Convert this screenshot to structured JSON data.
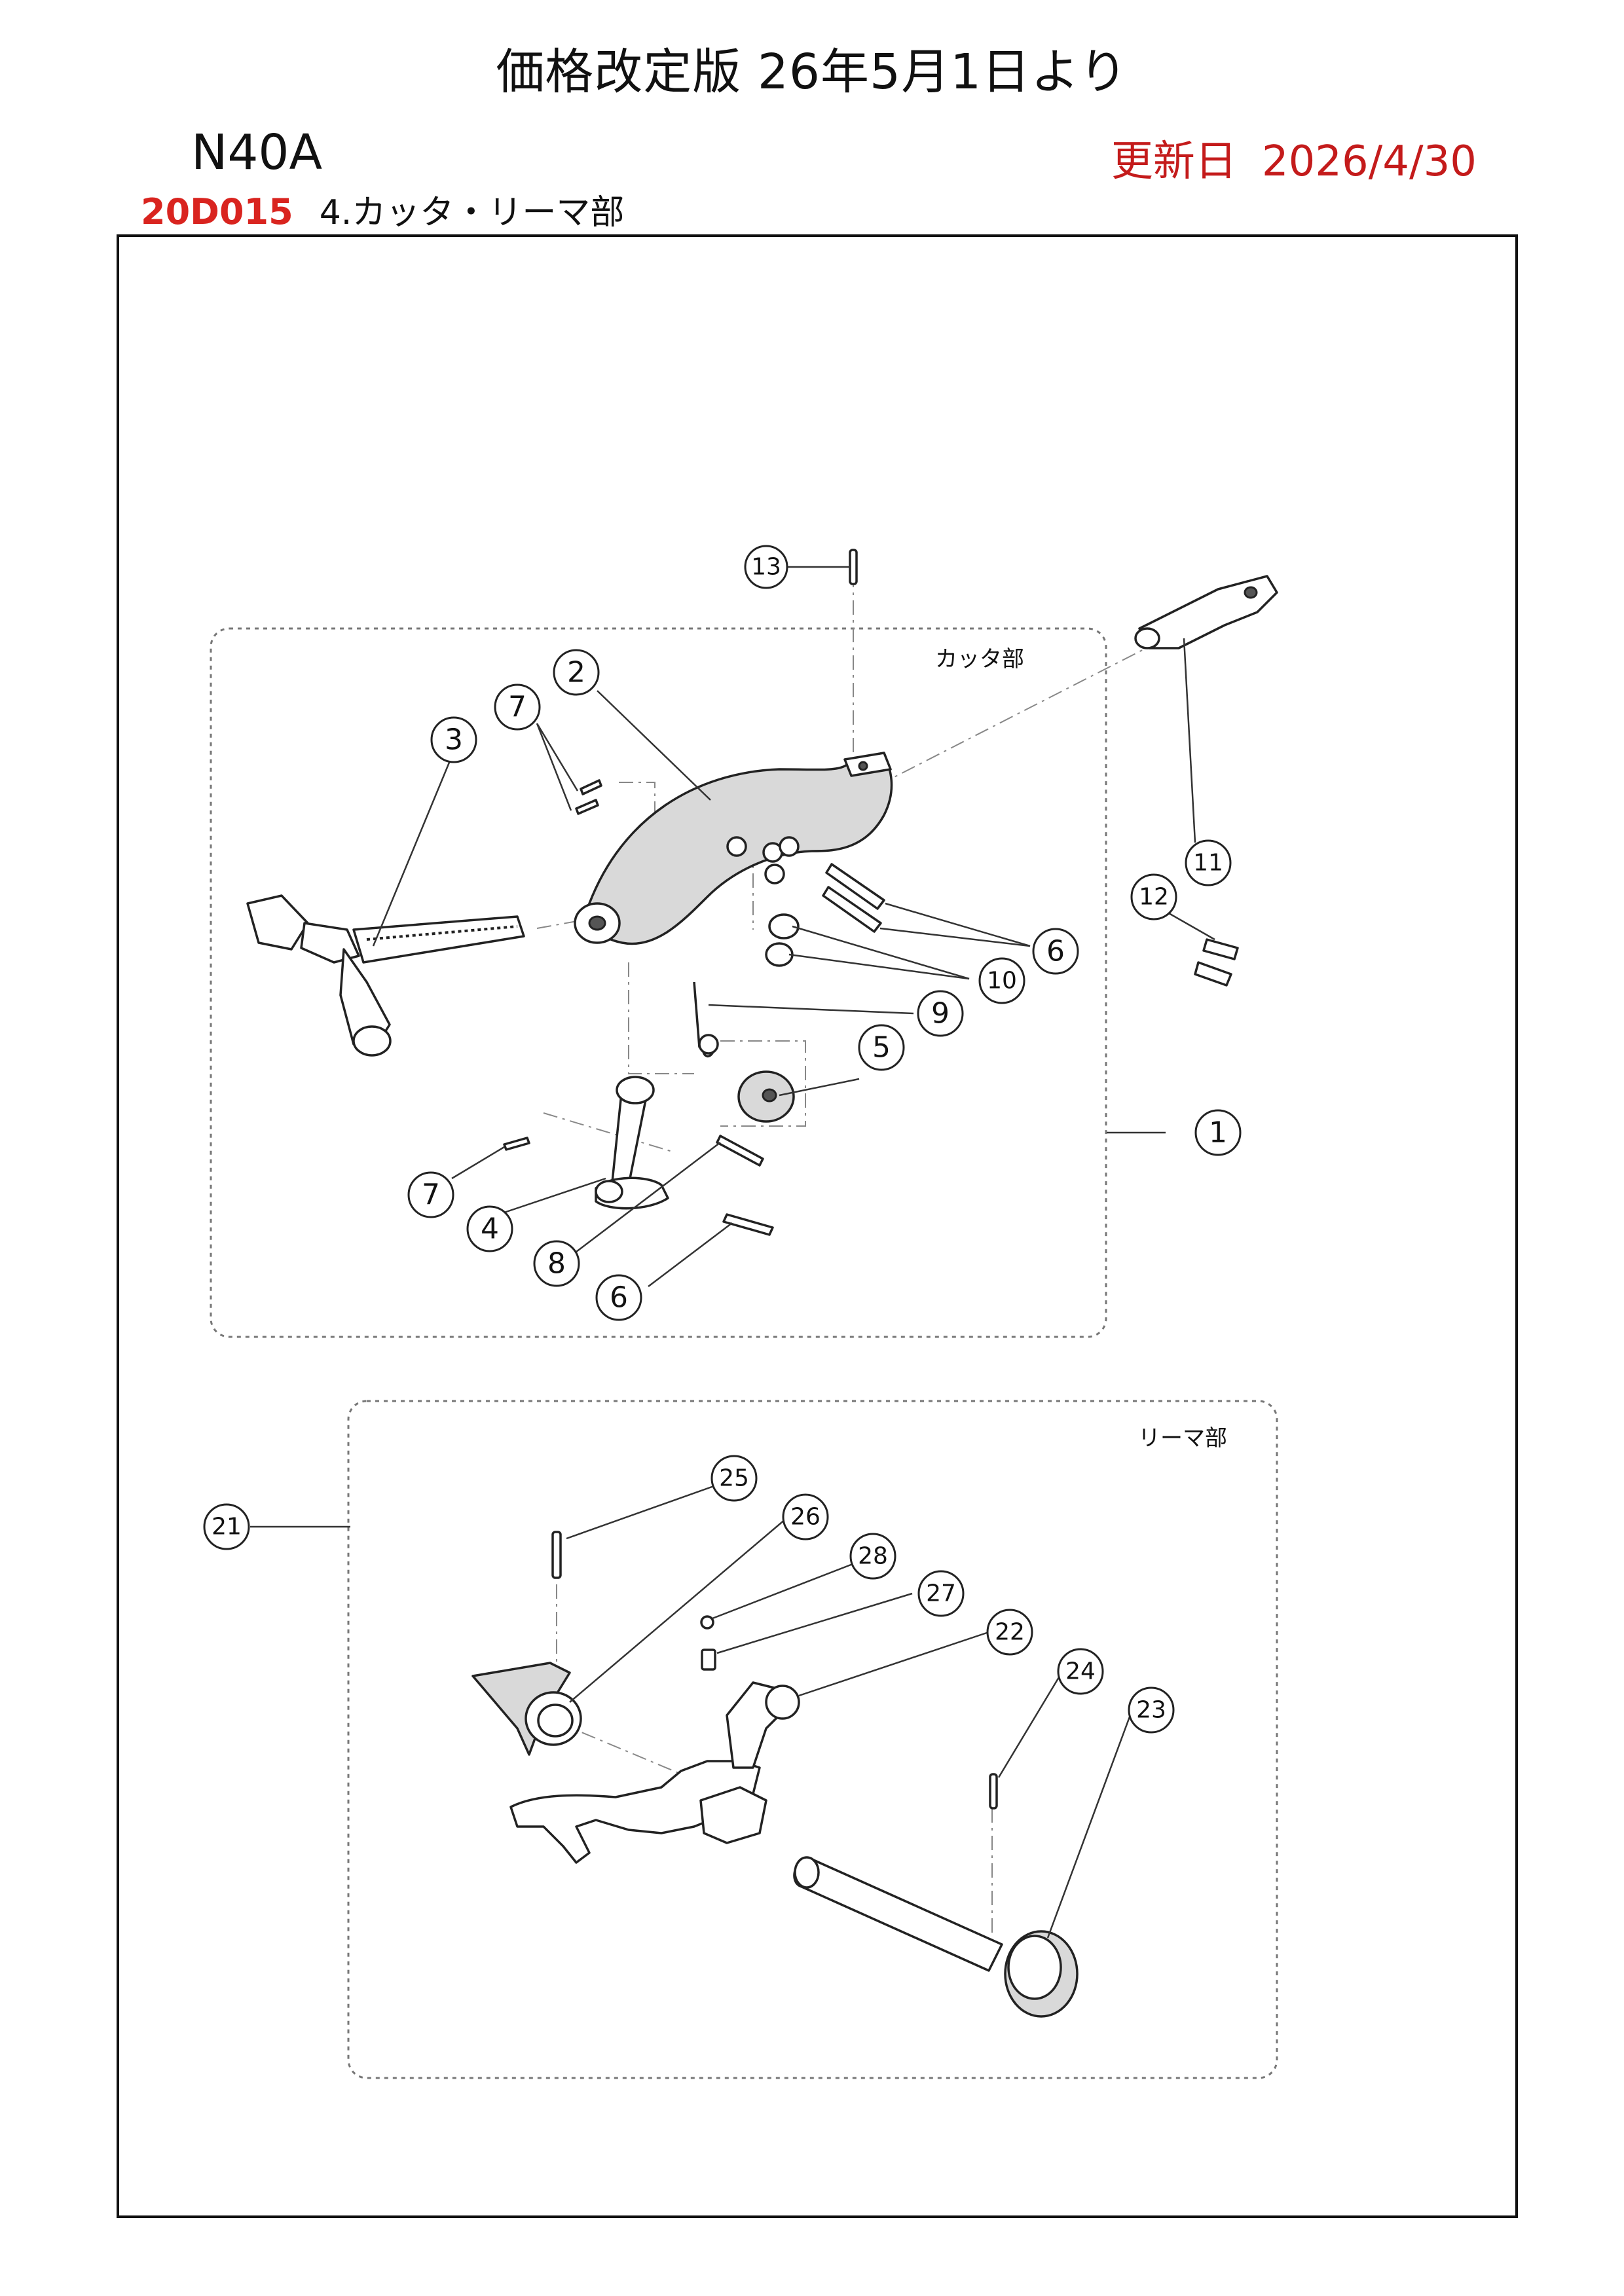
{
  "header": {
    "title": "価格改定版 26年5月1日より",
    "model": "N40A",
    "updated_label": "更新日",
    "updated_date": "2026/4/30",
    "section_code": "20D015",
    "section_title": "4.カッタ・リーマ部"
  },
  "groups": {
    "cutter_label": "カッタ部",
    "reamer_label": "リーマ部"
  },
  "balloons": [
    "1",
    "2",
    "3",
    "4",
    "5",
    "6",
    "6",
    "7",
    "7",
    "8",
    "9",
    "10",
    "11",
    "12",
    "13",
    "21",
    "22",
    "23",
    "24",
    "25",
    "26",
    "27",
    "28"
  ]
}
